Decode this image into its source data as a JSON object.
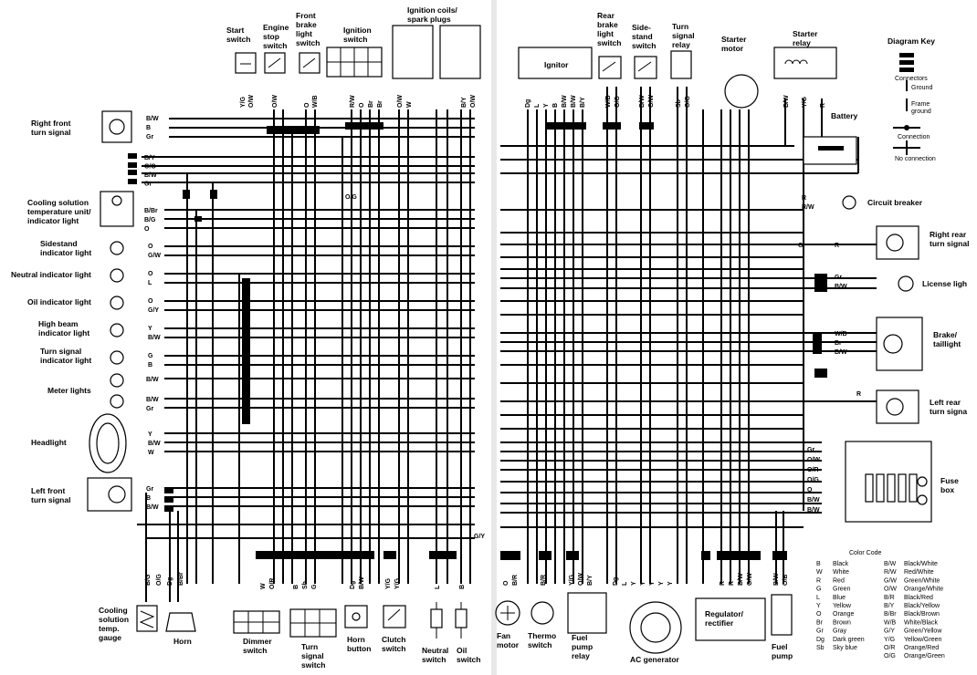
{
  "left_labels": {
    "right_front_turn_signal": [
      "Right front",
      "turn signal"
    ],
    "cooling_temp_unit": [
      "Cooling solution",
      "temperature unit/",
      "indicator light"
    ],
    "sidestand_indicator": [
      "Sidestand",
      "indicator light"
    ],
    "neutral_indicator": "Neutral indicator light",
    "oil_indicator": "Oil indicator light",
    "high_beam_indicator": [
      "High beam",
      "indicator light"
    ],
    "turn_signal_indicator": [
      "Turn signal",
      "indicator light"
    ],
    "meter_lights": "Meter lights",
    "headlight": "Headlight",
    "left_front_turn_signal": [
      "Left front",
      "turn signal"
    ]
  },
  "top_labels": {
    "start_switch": [
      "Start",
      "switch"
    ],
    "engine_stop_switch": [
      "Engine",
      "stop",
      "switch"
    ],
    "front_brake_light_switch": [
      "Front",
      "brake",
      "light",
      "switch"
    ],
    "ignition_switch": [
      "Ignition",
      "switch"
    ],
    "ignition_coils": [
      "Ignition coils/",
      "spark plugs"
    ],
    "ignitor": "Ignitor",
    "rear_brake_light_switch": [
      "Rear",
      "brake",
      "light",
      "switch"
    ],
    "side_stand_switch": [
      "Side-",
      "stand",
      "switch"
    ],
    "turn_signal_relay": [
      "Turn",
      "signal",
      "relay"
    ],
    "starter_motor": [
      "Starter",
      "motor"
    ],
    "starter_relay": [
      "Starter",
      "relay"
    ],
    "battery": "Battery"
  },
  "diagram_key": {
    "title": "Diagram Key",
    "connectors": "Connectors",
    "ground": "Ground",
    "frame_ground": [
      "Frame",
      "ground"
    ],
    "connection": "Connection",
    "no_connection": "No connection"
  },
  "right_labels": {
    "circuit_breaker": "Circuit breaker",
    "right_rear_turn_signal": [
      "Right rear",
      "turn signal"
    ],
    "license_light": "License ligh",
    "brake_taillight": [
      "Brake/",
      "taillight"
    ],
    "left_rear_turn_signal": [
      "Left rear",
      "turn signa"
    ],
    "fuse_box": [
      "Fuse",
      "box"
    ]
  },
  "bottom_labels": {
    "cooling_temp_gauge": [
      "Cooling",
      "solution",
      "temp.",
      "gauge"
    ],
    "horn": "Horn",
    "dimmer_switch": [
      "Dimmer",
      "switch"
    ],
    "turn_signal_switch": [
      "Turn",
      "signal",
      "switch"
    ],
    "horn_button": [
      "Horn",
      "button"
    ],
    "clutch_switch": [
      "Clutch",
      "switch"
    ],
    "neutral_switch": [
      "Neutral",
      "switch"
    ],
    "oil_switch": [
      "Oil",
      "switch"
    ],
    "fan_motor": [
      "Fan",
      "motor"
    ],
    "thermo_switch": [
      "Thermo",
      "switch"
    ],
    "fuel_pump_relay": [
      "Fuel",
      "pump",
      "relay"
    ],
    "ac_generator": "AC generator",
    "regulator_rectifier": [
      "Regulator/",
      "rectifier"
    ],
    "fuel_pump": [
      "Fuel",
      "pump"
    ]
  },
  "color_code": {
    "title": "Color Code",
    "entries": [
      [
        "B",
        "Black",
        "B/W",
        "Black/White"
      ],
      [
        "W",
        "White",
        "R/W",
        "Red/White"
      ],
      [
        "R",
        "Red",
        "G/W",
        "Green/White"
      ],
      [
        "G",
        "Green",
        "O/W",
        "Orange/White"
      ],
      [
        "L",
        "Blue",
        "B/R",
        "Black/Red"
      ],
      [
        "Y",
        "Yellow",
        "B/Y",
        "Black/Yellow"
      ],
      [
        "O",
        "Orange",
        "B/Br",
        "Black/Brown"
      ],
      [
        "Br",
        "Brown",
        "W/B",
        "White/Black"
      ],
      [
        "Gr",
        "Gray",
        "G/Y",
        "Green/Yellow"
      ],
      [
        "Dg",
        "Dark green",
        "Y/G",
        "Yellow/Green"
      ],
      [
        "Sb",
        "Sky blue",
        "O/R",
        "Orange/Red"
      ],
      [
        "",
        "",
        "O/G",
        "Orange/Green"
      ]
    ]
  },
  "wire_codes": {
    "rf_turn": [
      "B/W",
      "B",
      "Gr"
    ],
    "upper_group": [
      "B/Y",
      "O/G",
      "B/W",
      "Gr"
    ],
    "cooling": [
      "B/Br",
      "B/G",
      "O"
    ],
    "sidestand": [
      "O",
      "G/W"
    ],
    "neutral": [
      "O",
      "L"
    ],
    "oil": [
      "O",
      "G/Y"
    ],
    "high_beam": [
      "Y",
      "B/W"
    ],
    "turn_ind": [
      "G",
      "B"
    ],
    "meter1": [
      "B/W"
    ],
    "meter2": [
      "B/W",
      "Gr"
    ],
    "headlight": [
      "Y",
      "B/W",
      "W"
    ],
    "lf_turn": [
      "Gr",
      "B",
      "B/W"
    ],
    "start_sw": [
      "Y/G",
      "O/W"
    ],
    "engine_stop": [
      "O/W"
    ],
    "front_brake": [
      "O",
      "W/B"
    ],
    "ignition_sw": [
      "R/W",
      "O",
      "Br",
      "Br"
    ],
    "coil1": [
      "O/W",
      "W"
    ],
    "coil2": [
      "B/Y",
      "O/W"
    ],
    "ignitor": [
      "Dg",
      "L",
      "Y",
      "B",
      "B/W",
      "B/W",
      "B/Y"
    ],
    "rear_brake": [
      "W/B",
      "O/G"
    ],
    "side_stand": [
      "B/W",
      "G/W"
    ],
    "relay": [
      "Sb",
      "O/G"
    ],
    "starter_relay": [
      "B/W",
      "Y/G",
      "R"
    ],
    "circuit_breaker": [
      "R",
      "R/W"
    ],
    "rr_turn": [
      "G",
      "R"
    ],
    "license": [
      "Gr",
      "B/W"
    ],
    "brake_tail": [
      "W/B",
      "Br",
      "B/W"
    ],
    "lr_turn": [
      "R"
    ],
    "fuse": [
      "Gr",
      "O/W",
      "O/R",
      "O/G",
      "O",
      "B/W",
      "B/W"
    ],
    "bottom_left": [
      "B/G",
      "O/G",
      "Dg",
      "B/Br"
    ],
    "dimmer": [
      "W",
      "O/R"
    ],
    "turn_sw": [
      "B",
      "Sb",
      "G"
    ],
    "horn_btn": [
      "Dg",
      "B/W"
    ],
    "clutch": [
      "Y/G",
      "Y/G"
    ],
    "neutral_sw": [
      "L"
    ],
    "oil_sw": [
      "B"
    ],
    "oil_top": "G/Y",
    "fan": [
      "O",
      "B/R"
    ],
    "thermo": [
      "B/R"
    ],
    "fuel_relay": [
      "Y/G",
      "O/W",
      "B/Y"
    ],
    "ac": [
      "Dg",
      "L",
      "Y",
      "Y",
      "Y",
      "Y",
      "Y"
    ],
    "regulator": [
      "R",
      "R",
      "B/W",
      "O/W"
    ],
    "fuel_pump": [
      "B/W",
      "O/B"
    ],
    "ct_top": "O/G"
  }
}
